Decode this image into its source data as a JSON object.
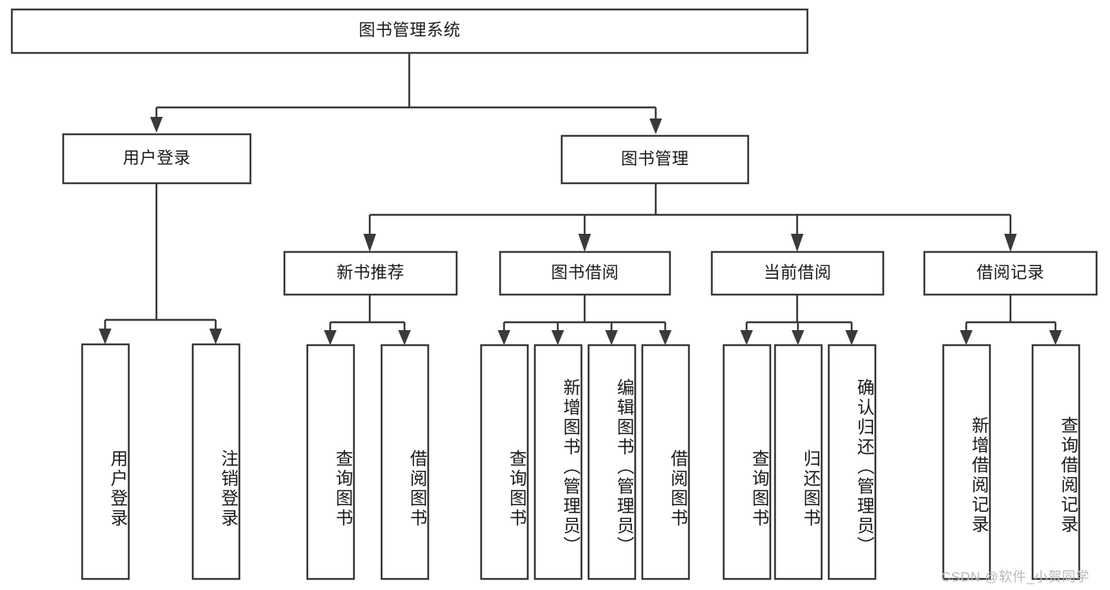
{
  "diagram": {
    "title": "图书管理系统",
    "watermark": "CSDN @软件_小贺同学",
    "colors": {
      "stroke": "#3a3a3a",
      "fill": "#ffffff",
      "text": "#1a1a1a",
      "watermark": "#b9b9b9"
    },
    "levels": {
      "root": {
        "label": "图书管理系统"
      },
      "level2": [
        {
          "label": "用户登录"
        },
        {
          "label": "图书管理"
        }
      ],
      "level3": [
        {
          "label": "新书推荐"
        },
        {
          "label": "图书借阅"
        },
        {
          "label": "当前借阅"
        },
        {
          "label": "借阅记录"
        }
      ],
      "leaves": [
        {
          "label": "用户登录",
          "parent": "用户登录"
        },
        {
          "label": "注销登录",
          "parent": "用户登录"
        },
        {
          "label": "查询图书",
          "parent": "新书推荐"
        },
        {
          "label": "借阅图书",
          "parent": "新书推荐"
        },
        {
          "label": "查询图书",
          "parent": "图书借阅"
        },
        {
          "label": "新增图书（管理员）",
          "parent": "图书借阅"
        },
        {
          "label": "编辑图书（管理员）",
          "parent": "图书借阅"
        },
        {
          "label": "借阅图书",
          "parent": "图书借阅"
        },
        {
          "label": "查询图书",
          "parent": "当前借阅"
        },
        {
          "label": "归还图书",
          "parent": "当前借阅"
        },
        {
          "label": "确认归还（管理员）",
          "parent": "当前借阅"
        },
        {
          "label": "新增借阅记录",
          "parent": "借阅记录"
        },
        {
          "label": "查询借阅记录",
          "parent": "借阅记录"
        }
      ]
    }
  }
}
